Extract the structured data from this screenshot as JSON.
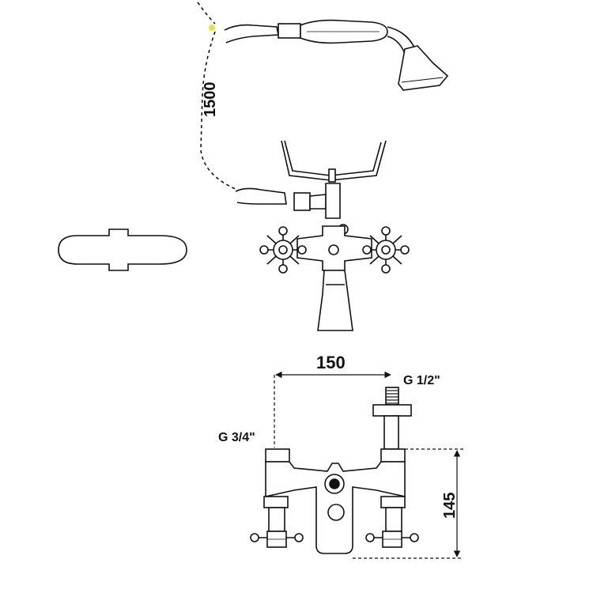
{
  "dimensions": {
    "hose_length": "1500",
    "center_distance": "150",
    "height": "145"
  },
  "threads": {
    "outlet": "G 1/2\"",
    "inlet": "G 3/4\""
  },
  "colors": {
    "line": "#111111",
    "accent_mark": "#e8e040"
  }
}
